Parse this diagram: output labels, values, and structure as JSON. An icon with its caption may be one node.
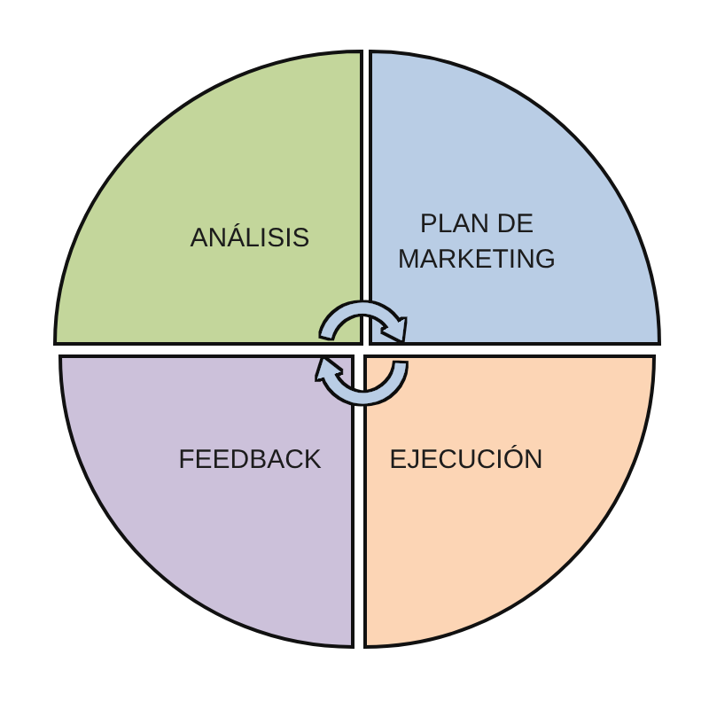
{
  "diagram": {
    "nodes": [
      {
        "text": [
          "ANÁLISIS"
        ]
      },
      {
        "text": [
          "PLAN DE MARKETING"
        ]
      },
      {
        "text": [
          "FEEDBACK"
        ]
      },
      {
        "text": [
          "EJECUCIÓN"
        ]
      }
    ],
    "edges": [
      {
        "from": 0,
        "to": 1,
        "arrow": "to"
      },
      {
        "from": 3,
        "to": 2,
        "arrow": "to"
      }
    ]
  }
}
